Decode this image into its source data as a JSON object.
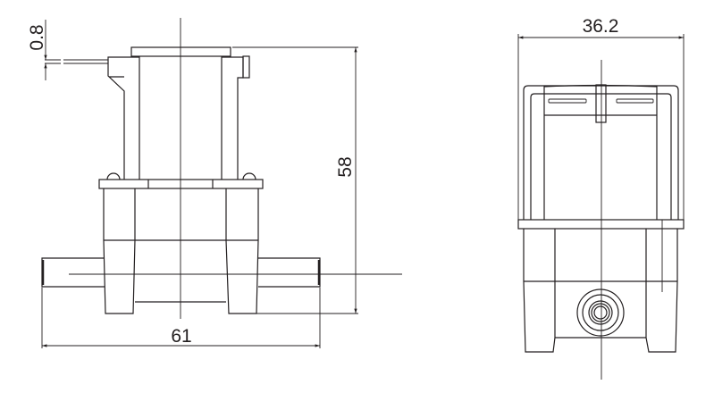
{
  "drawing": {
    "side_view": {
      "dim_wire_thickness": "0.8",
      "dim_height": "58",
      "dim_length": "61"
    },
    "end_view": {
      "dim_width": "36.2"
    },
    "line_color": "#231f20"
  }
}
